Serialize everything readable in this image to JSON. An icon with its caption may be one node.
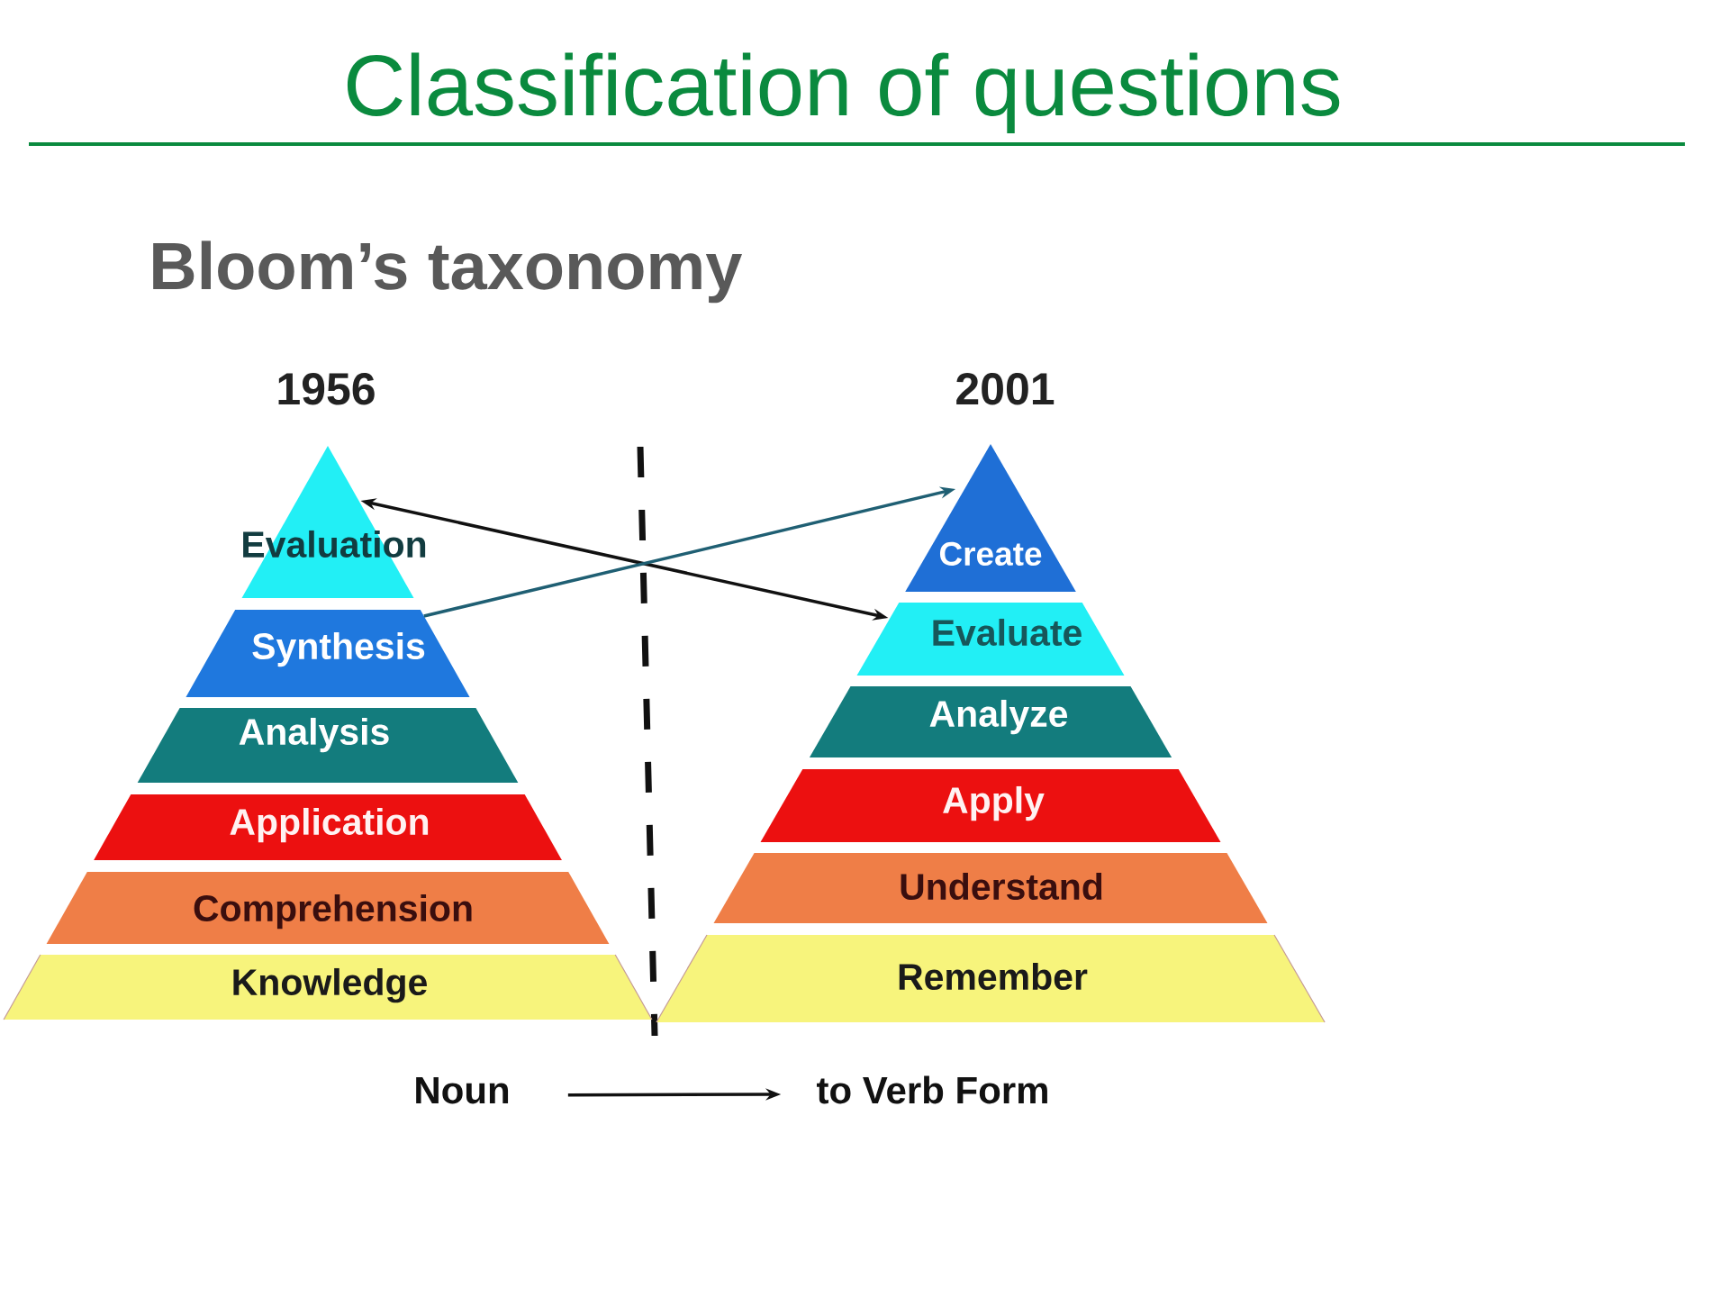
{
  "diagram": {
    "title": "Classification of questions",
    "nodes": [
      {
        "text": [
          "Evaluation"
        ]
      },
      {
        "text": [
          "Synthesis"
        ]
      },
      {
        "text": [
          "Analysis"
        ]
      },
      {
        "text": [
          "Application"
        ]
      },
      {
        "text": [
          "Comprehension"
        ]
      },
      {
        "text": [
          "Knowledge"
        ]
      },
      {
        "text": [
          "Create"
        ]
      },
      {
        "text": [
          "Evaluate"
        ]
      },
      {
        "text": [
          "Analyze"
        ]
      },
      {
        "text": [
          "Apply"
        ]
      },
      {
        "text": [
          "Understand"
        ]
      },
      {
        "text": [
          "Remember"
        ]
      },
      {
        "text": [
          "Noun"
        ]
      },
      {
        "text": [
          "to Verb Form"
        ]
      }
    ],
    "edges": [
      {
        "from": 7,
        "to": 0,
        "arrow": "both"
      },
      {
        "from": 1,
        "to": 6,
        "arrow": "to",
        "color": "#1f5f73"
      },
      {
        "from": 12,
        "to": 13,
        "arrow": "to"
      }
    ],
    "labels": [
      "Bloom’s taxonomy",
      "1956",
      "2001"
    ]
  }
}
